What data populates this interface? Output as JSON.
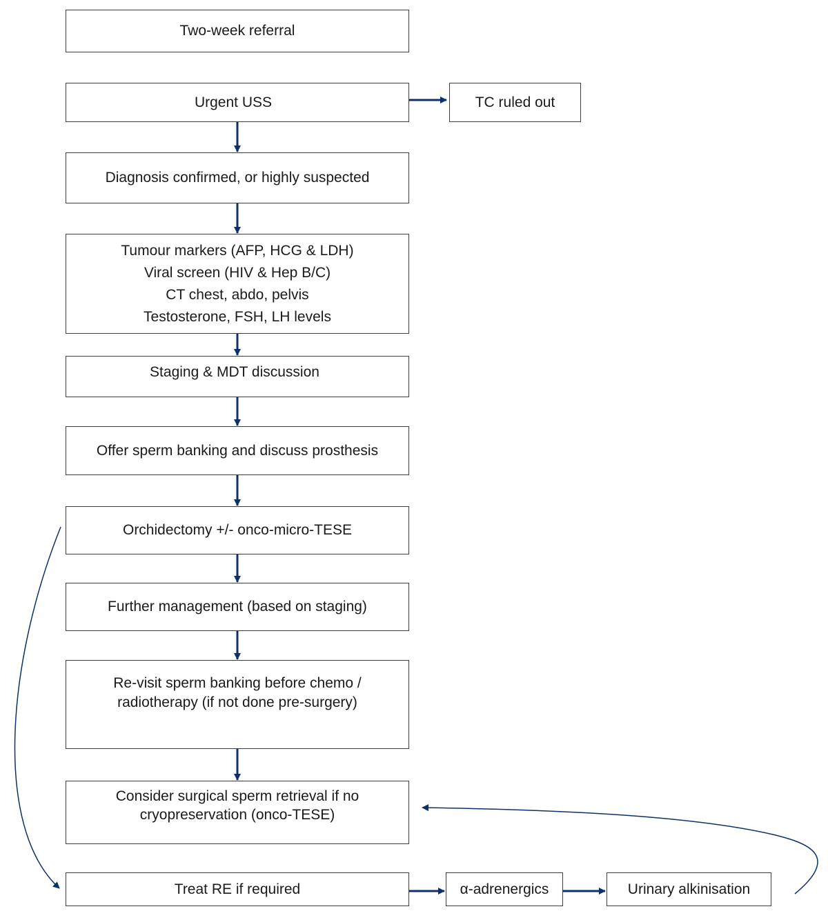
{
  "flowchart": {
    "referral": "Two-week referral",
    "uss": "Urgent USS",
    "ruled_out": "TC ruled out",
    "diagnosis": "Diagnosis confirmed, or highly suspected",
    "investigations": [
      "Tumour markers (AFP, HCG & LDH)",
      "Viral screen (HIV & Hep B/C)",
      "CT chest, abdo, pelvis",
      "Testosterone, FSH, LH levels"
    ],
    "staging": "Staging & MDT discussion",
    "sperm_banking": "Offer sperm banking and discuss prosthesis",
    "orchidectomy": "Orchidectomy +/- onco-micro-TESE",
    "further_management": "Further management (based on staging)",
    "revisit": [
      "Re-visit sperm banking before chemo /",
      "radiotherapy (if not done pre-surgery)"
    ],
    "surgical_retrieval": [
      "Consider surgical sperm retrieval if no",
      "cryopreservation (onco-TESE)"
    ],
    "treat_re": "Treat RE if required",
    "alpha": "α-adrenergics",
    "urinary": "Urinary alkinisation"
  },
  "colors": {
    "arrow": "#0d3068",
    "border": "#3a3a3a",
    "text": "#1a1a1a"
  }
}
